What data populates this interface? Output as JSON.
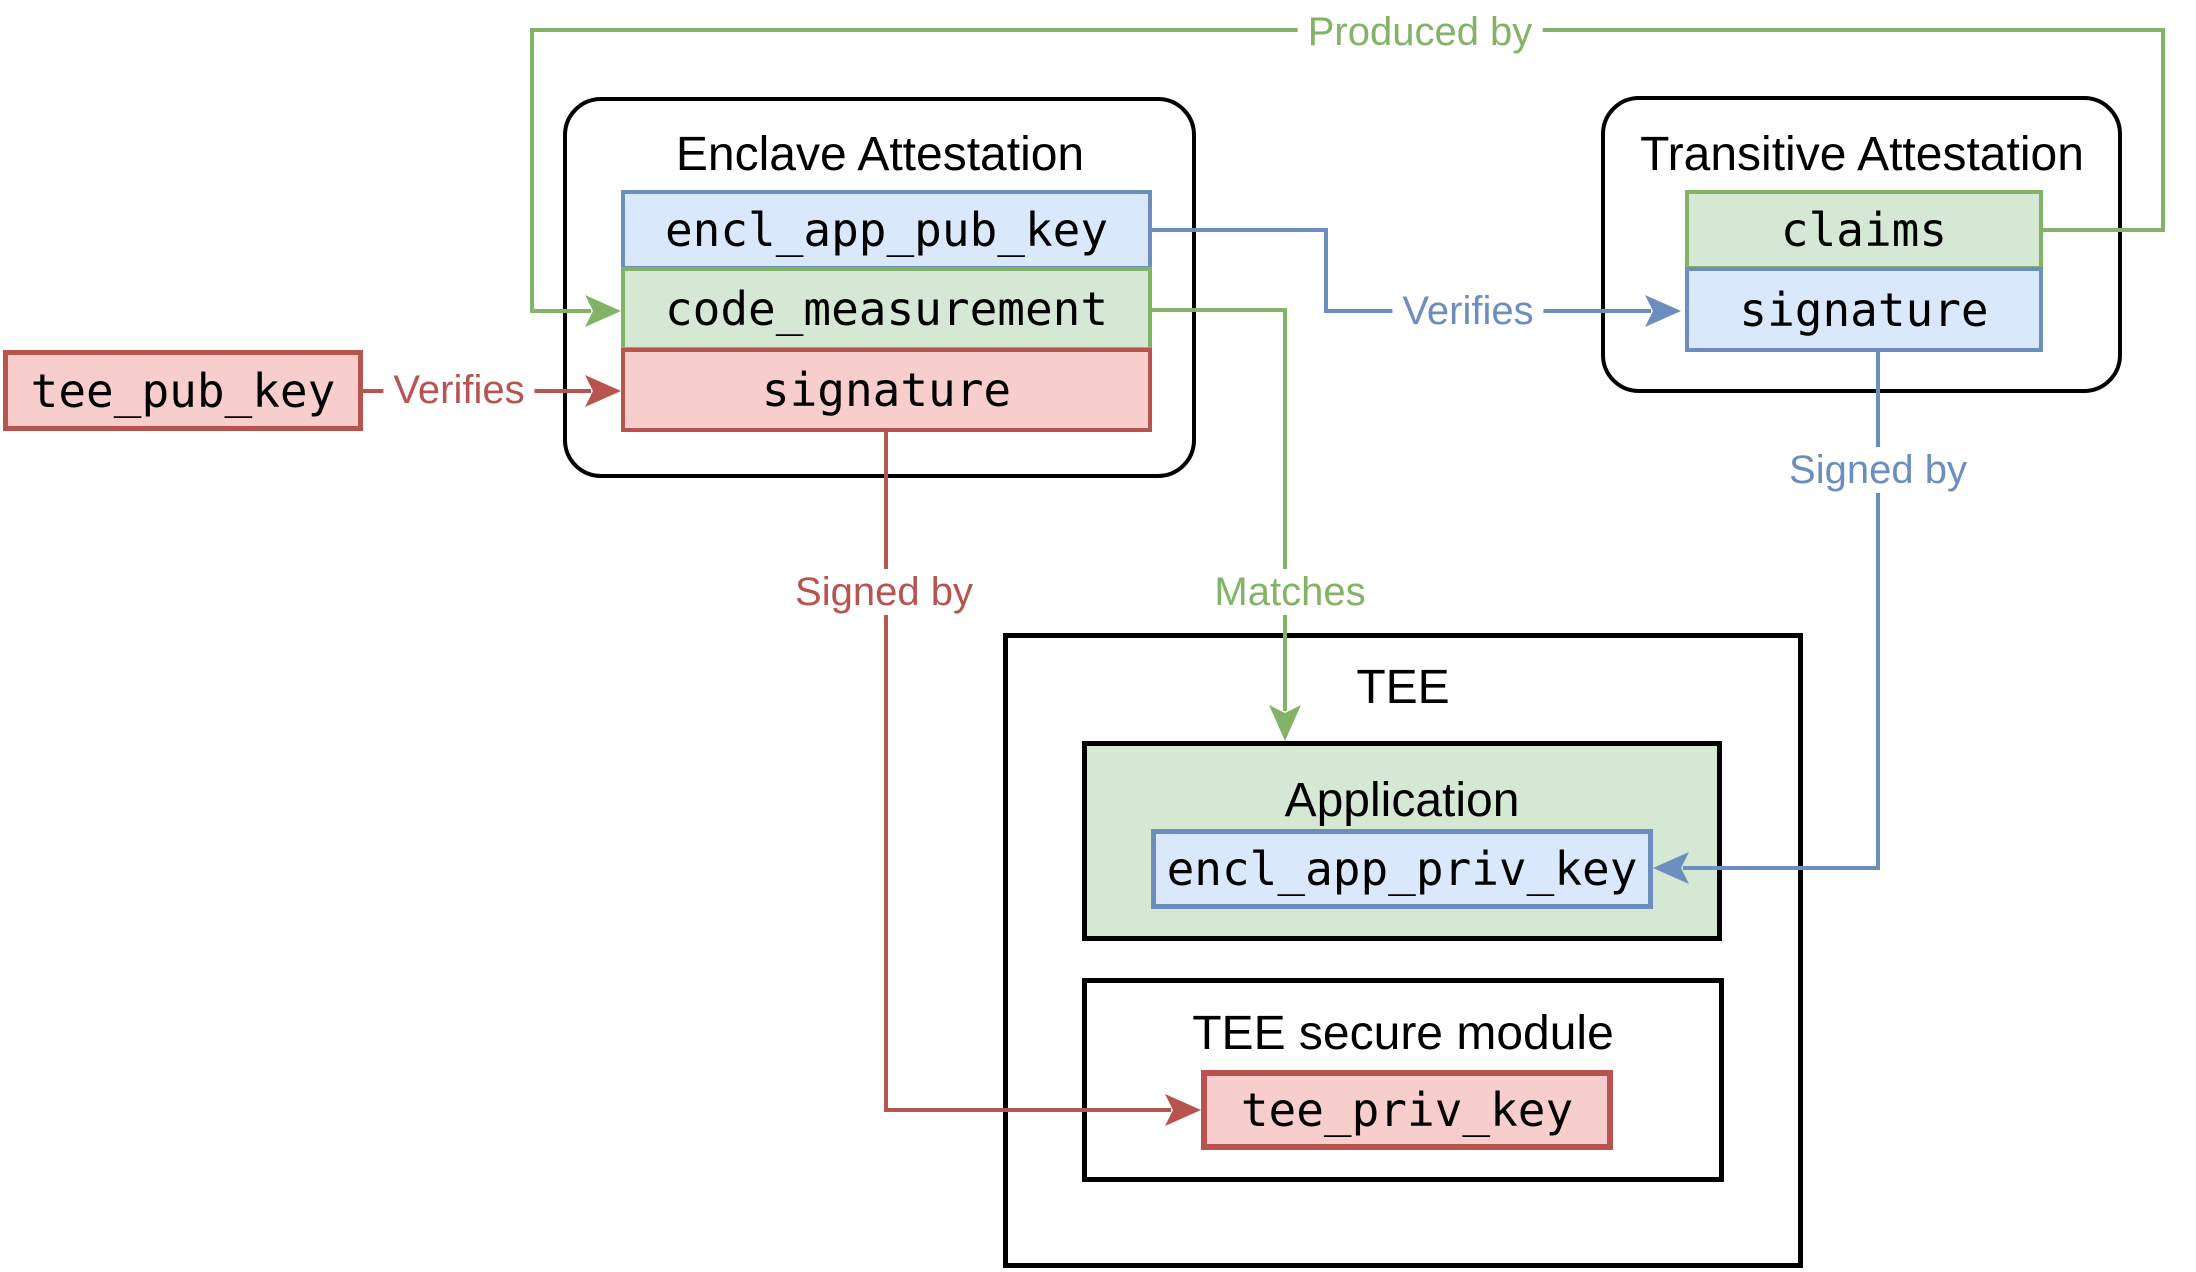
{
  "palette": {
    "green_stroke": "#82b366",
    "green_fill": "#d5e8d4",
    "blue_stroke": "#6c8ebf",
    "blue_fill": "#dae8fc",
    "red_stroke": "#b85450",
    "red_fill": "#f8cecc",
    "black": "#000000",
    "background": "#ffffff"
  },
  "nodes": {
    "enclave_attestation": {
      "title": "Enclave Attestation",
      "rows": [
        {
          "label": "encl_app_pub_key",
          "color": "blue"
        },
        {
          "label": "code_measurement",
          "color": "green"
        },
        {
          "label": "signature",
          "color": "red"
        }
      ]
    },
    "transitive_attestation": {
      "title": "Transitive Attestation",
      "rows": [
        {
          "label": "claims",
          "color": "green"
        },
        {
          "label": "signature",
          "color": "blue"
        }
      ]
    },
    "tee_pub_key": {
      "label": "tee_pub_key",
      "color": "red"
    },
    "tee": {
      "title": "TEE",
      "application": {
        "title": "Application",
        "key": {
          "label": "encl_app_priv_key",
          "color": "blue"
        }
      },
      "secure_module": {
        "title": "TEE secure module",
        "key": {
          "label": "tee_priv_key",
          "color": "red"
        }
      }
    }
  },
  "edges": {
    "produced_by": {
      "label": "Produced by",
      "color": "green",
      "from": "transitive_attestation.claims",
      "to": "enclave_attestation.code_measurement"
    },
    "verifies_tee": {
      "label": "Verifies",
      "color": "red",
      "from": "tee_pub_key",
      "to": "enclave_attestation.signature"
    },
    "verifies_transitive": {
      "label": "Verifies",
      "color": "blue",
      "from": "enclave_attestation.encl_app_pub_key",
      "to": "transitive_attestation.signature"
    },
    "signed_by_tee": {
      "label": "Signed by",
      "color": "red",
      "from": "enclave_attestation.signature",
      "to": "tee.secure_module.tee_priv_key"
    },
    "matches": {
      "label": "Matches",
      "color": "green",
      "from": "enclave_attestation.code_measurement",
      "to": "tee.application"
    },
    "signed_by_encl": {
      "label": "Signed by",
      "color": "blue",
      "from": "transitive_attestation.signature",
      "to": "tee.application.encl_app_priv_key"
    }
  }
}
